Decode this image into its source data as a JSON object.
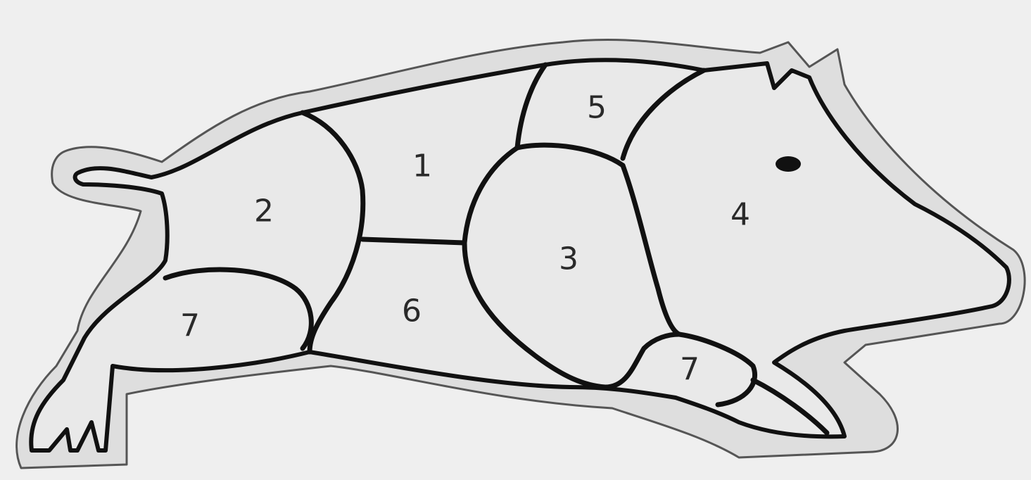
{
  "diagram": {
    "colors": {
      "background": "#efefef",
      "outline": "#111111",
      "fill": "#e9e9e9",
      "halo": "#dedede"
    },
    "labels": {
      "cut_1": "1",
      "cut_2": "2",
      "cut_3": "3",
      "cut_4": "4",
      "cut_5": "5",
      "cut_6": "6",
      "cut_7_hind": "7",
      "cut_7_fore": "7"
    }
  }
}
